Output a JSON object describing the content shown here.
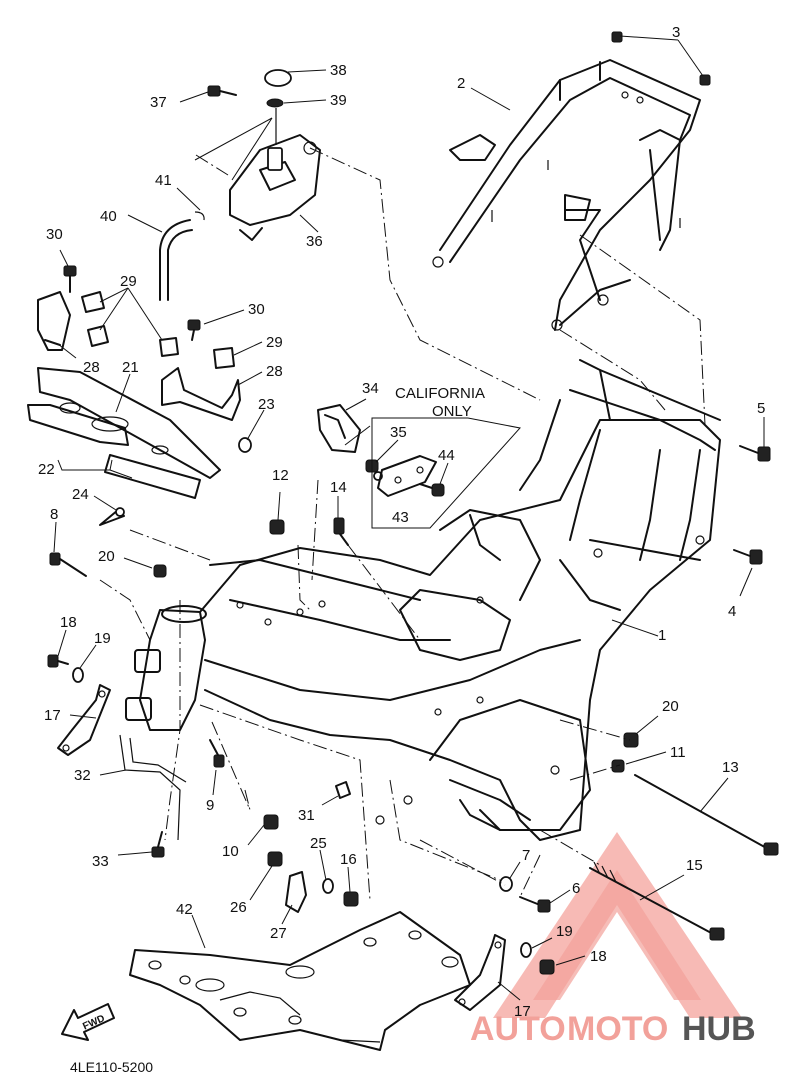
{
  "diagram": {
    "code": "4LE110-5200",
    "note_line1": "CALIFORNIA",
    "note_line2": "ONLY",
    "fwd_label": "FWD",
    "labels": {
      "n1": "1",
      "n2": "2",
      "n3": "3",
      "n4": "4",
      "n5": "5",
      "n6": "6",
      "n7": "7",
      "n8": "8",
      "n9": "9",
      "n10": "10",
      "n11": "11",
      "n12": "12",
      "n13": "13",
      "n14": "14",
      "n15": "15",
      "n16": "16",
      "n17a": "17",
      "n17b": "17",
      "n18a": "18",
      "n18b": "18",
      "n19a": "19",
      "n19b": "19",
      "n20a": "20",
      "n20b": "20",
      "n21": "21",
      "n22": "22",
      "n23": "23",
      "n24": "24",
      "n25": "25",
      "n26": "26",
      "n27": "27",
      "n28a": "28",
      "n28b": "28",
      "n29a": "29",
      "n29b": "29",
      "n30a": "30",
      "n30b": "30",
      "n31": "31",
      "n32": "32",
      "n33": "33",
      "n34": "34",
      "n35": "35",
      "n36": "36",
      "n37": "37",
      "n38": "38",
      "n39": "39",
      "n40": "40",
      "n41": "41",
      "n42": "42",
      "n43": "43",
      "n44": "44"
    }
  },
  "watermark": {
    "part1": "AUTO",
    "part2": "MOTO",
    "part3": "HUB",
    "color_light": "#f2a19a",
    "color_dark": "#555555"
  }
}
